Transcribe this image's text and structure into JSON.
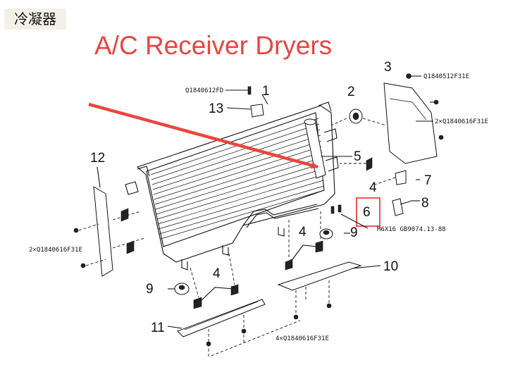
{
  "header": {
    "title_cn": "冷凝器",
    "title_en": "A/C Receiver Dryers"
  },
  "highlight": {
    "target_part": "6",
    "color": "#e8463f"
  },
  "part_numbers": {
    "p1": "1",
    "p2": "2",
    "p3": "3",
    "p4a": "4",
    "p4b": "4",
    "p4c": "4",
    "p5": "5",
    "p6": "6",
    "p7": "7",
    "p8": "8",
    "p9a": "9",
    "p9b": "9",
    "p10": "10",
    "p11": "11",
    "p12": "12",
    "p13": "13"
  },
  "codes": {
    "c1": "Q1840612FD",
    "c2": "Q1840512F31E",
    "c3": "2×Q1840616F31E",
    "c4": "M6X16 GB9074.13-88",
    "c5": "2×Q1840616F31E",
    "c6": "4×Q1840616F31E"
  }
}
